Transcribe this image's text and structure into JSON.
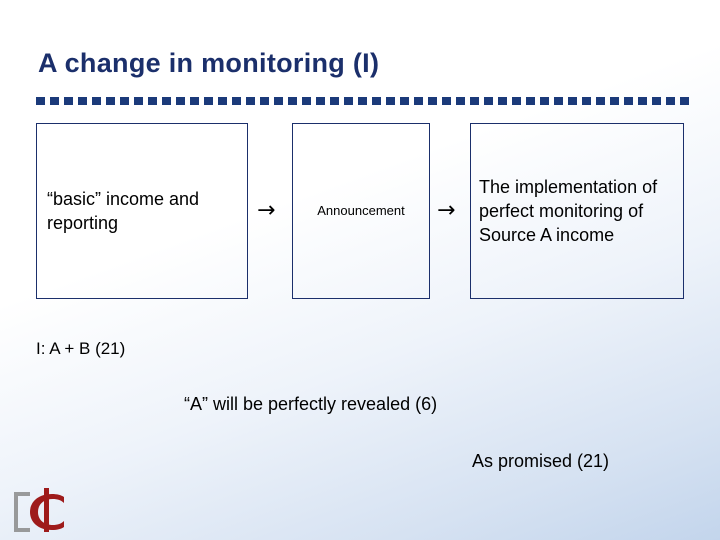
{
  "slide": {
    "title": "A change in monitoring  (I)",
    "boxes": [
      {
        "text": "“basic” income and reporting"
      },
      {
        "text": "Announcement"
      },
      {
        "text": "The implementation of perfect monitoring of Source A income"
      }
    ],
    "arrows": [
      {
        "glyph": "→"
      },
      {
        "glyph": "→"
      }
    ],
    "notes": [
      "I:  A + B  (21)",
      "“A” will be perfectly revealed (6)",
      "As promised (21)"
    ]
  },
  "colors": {
    "title": "#1b2f6b",
    "rule": "#1b3a7a",
    "box_border": "#1b2f6b",
    "logo_red": "#9e1b1b",
    "logo_gray": "#8a8a8a"
  }
}
